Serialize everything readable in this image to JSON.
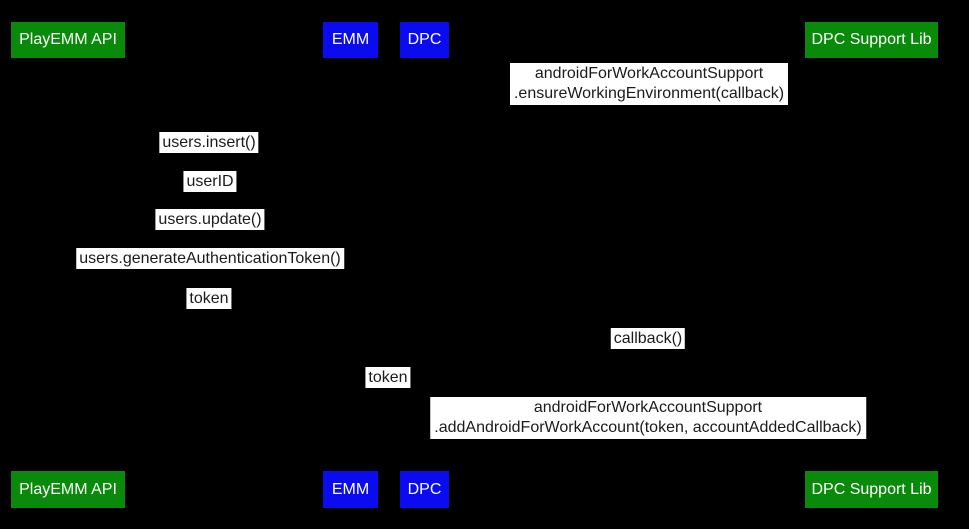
{
  "diagram": {
    "type": "sequence-diagram",
    "background_color": "#000000",
    "actor_green_color": "#0a8a0a",
    "actor_blue_color": "#0b0bf0",
    "actor_text_color": "#ffffff",
    "message_label_background": "#ffffff",
    "message_label_text_color": "#1b1b1b"
  },
  "actors": {
    "playemm_api": "PlayEMM API",
    "emm": "EMM",
    "dpc": "DPC",
    "dpc_support_lib": "DPC Support Lib"
  },
  "messages": {
    "ensure_working_environment": {
      "line1": "androidForWorkAccountSupport",
      "line2": ".ensureWorkingEnvironment(callback)"
    },
    "users_insert": "users.insert()",
    "user_id": "userID",
    "users_update": "users.update()",
    "users_generate_authentication_token": "users.generateAuthenticationToken()",
    "token_response": "token",
    "callback": "callback()",
    "token_forward": "token",
    "add_android_for_work_account": {
      "line1": "androidForWorkAccountSupport",
      "line2": ".addAndroidForWorkAccount(token, accountAddedCallback)"
    }
  }
}
